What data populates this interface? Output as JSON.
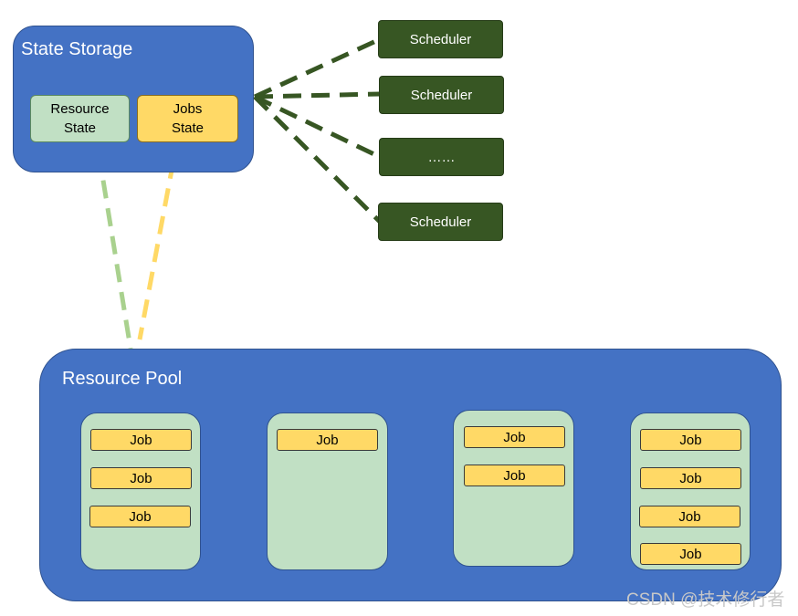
{
  "state_storage": {
    "title": "State Storage",
    "resource_state_label": "Resource\nState",
    "jobs_state_label": "Jobs\nState"
  },
  "schedulers": [
    {
      "label": "Scheduler"
    },
    {
      "label": "Scheduler"
    },
    {
      "label": "……"
    },
    {
      "label": "Scheduler"
    }
  ],
  "resource_pool": {
    "title": "Resource Pool",
    "nodes": [
      {
        "jobs": [
          "Job",
          "Job",
          "Job"
        ]
      },
      {
        "jobs": [
          "Job"
        ]
      },
      {
        "jobs": [
          "Job",
          "Job"
        ]
      },
      {
        "jobs": [
          "Job",
          "Job",
          "Job",
          "Job"
        ]
      }
    ]
  },
  "watermark": "CSDN @技术修行者",
  "colors": {
    "container_blue": "#4472C4",
    "scheduler_green": "#375623",
    "resource_green": "#C1E0C4",
    "job_yellow": "#FFD966",
    "connector_dark_green": "#375623",
    "connector_light_green": "#A9D18E",
    "connector_yellow": "#FFD966"
  }
}
